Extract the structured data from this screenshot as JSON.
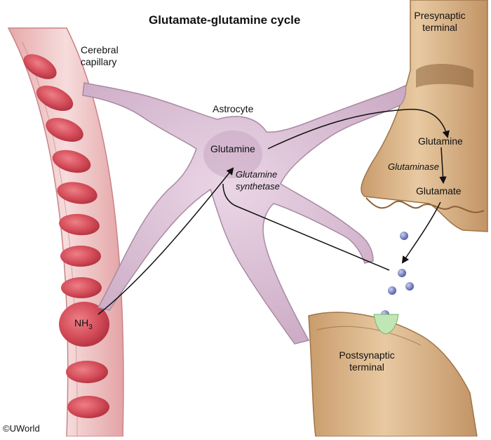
{
  "title": "Glutamate-glutamine cycle",
  "labels": {
    "cerebral_capillary": "Cerebral\ncapillary",
    "astrocyte": "Astrocyte",
    "glutamine_astrocyte": "Glutamine",
    "glutamine_synthetase": "Glutamine\nsynthetase",
    "nh3": "NH",
    "nh3_subscript": "3",
    "presynaptic_terminal": "Presynaptic\nterminal",
    "glutamine_presynaptic": "Glutamine",
    "glutaminase": "Glutaminase",
    "glutamate": "Glutamate",
    "postsynaptic_terminal": "Postsynaptic\nterminal",
    "copyright": "©UWorld"
  },
  "colors": {
    "astrocyte": "#dcc1d6",
    "terminal": "#d9b58a",
    "rbc": "#cf4a56",
    "capillary": "#f0c9c8",
    "vesicle": "#6b78b8",
    "receptor": "#bfe6b4"
  }
}
